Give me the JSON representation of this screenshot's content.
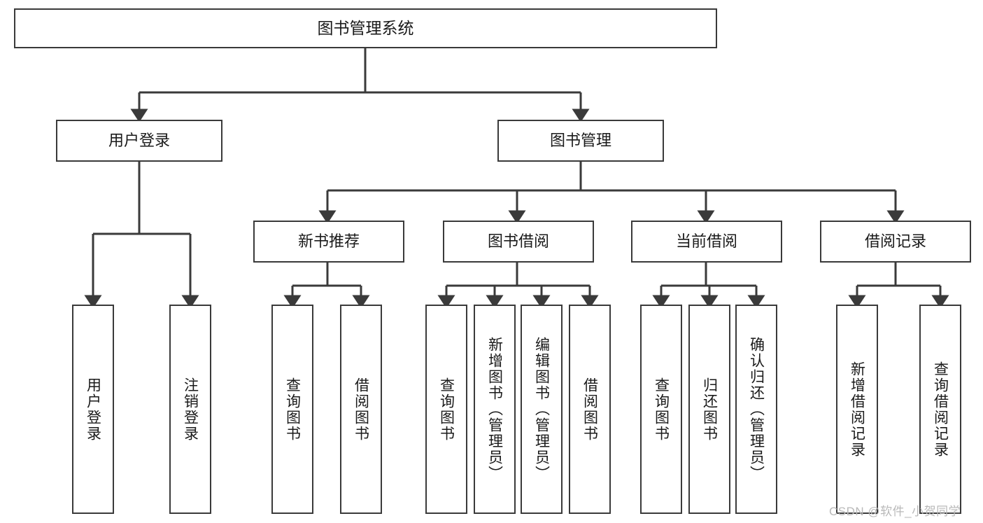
{
  "diagram": {
    "type": "tree",
    "title_node": {
      "label": "图书管理系统"
    },
    "level2": [
      {
        "label": "用户登录"
      },
      {
        "label": "图书管理"
      }
    ],
    "level3": [
      {
        "label": "新书推荐"
      },
      {
        "label": "图书借阅"
      },
      {
        "label": "当前借阅"
      },
      {
        "label": "借阅记录"
      }
    ],
    "leaves": {
      "user_login": [
        {
          "label": "用户登录"
        },
        {
          "label": "注销登录"
        }
      ],
      "new_book_recommend": [
        {
          "label": "查询图书"
        },
        {
          "label": "借阅图书"
        }
      ],
      "book_borrow": [
        {
          "label": "查询图书"
        },
        {
          "label": "新增图书（管理员）"
        },
        {
          "label": "编辑图书（管理员）"
        },
        {
          "label": "借阅图书"
        }
      ],
      "current_borrow": [
        {
          "label": "查询图书"
        },
        {
          "label": "归还图书"
        },
        {
          "label": "确认归还（管理员）"
        }
      ],
      "borrow_record": [
        {
          "label": "新增借阅记录"
        },
        {
          "label": "查询借阅记录"
        }
      ]
    }
  },
  "watermark": {
    "text": "CSDN @软件_小贺同学"
  },
  "colors": {
    "border": "#3a3a3a",
    "background": "#ffffff",
    "text": "#1a1a1a",
    "watermark": "#b9b9b9"
  }
}
